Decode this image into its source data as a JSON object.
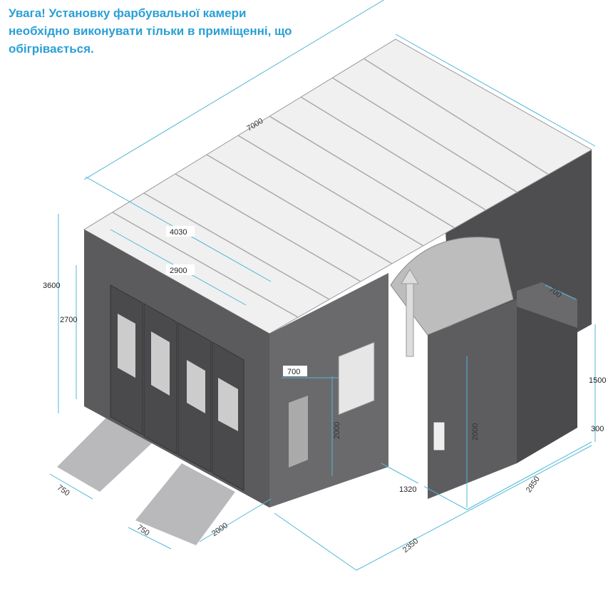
{
  "warning": {
    "line1": "Увага! Установку фарбувальної камери",
    "line2": "необхідно виконувати тільки в приміщенні, що",
    "line3": "обігрівається."
  },
  "colors": {
    "warning_text": "#2a9fd6",
    "dimension_line": "#4fb8d8",
    "booth_body": "#5b5b5e",
    "roof": "#f2f2f2"
  },
  "dimensions": {
    "length": "7000",
    "width_outer": "4030",
    "width_door": "2900",
    "height_total": "3600",
    "height_door": "2700",
    "ramp_width_left": "750",
    "ramp_width_right": "750",
    "ramp_length": "2000",
    "side_panel": "700",
    "side_door_height": "2000",
    "annex_length": "1320",
    "floor_depth": "2350",
    "annex_depth": "2850",
    "annex_height": "2000",
    "duct_width": "700",
    "duct_height": "1500",
    "base_height": "300"
  }
}
